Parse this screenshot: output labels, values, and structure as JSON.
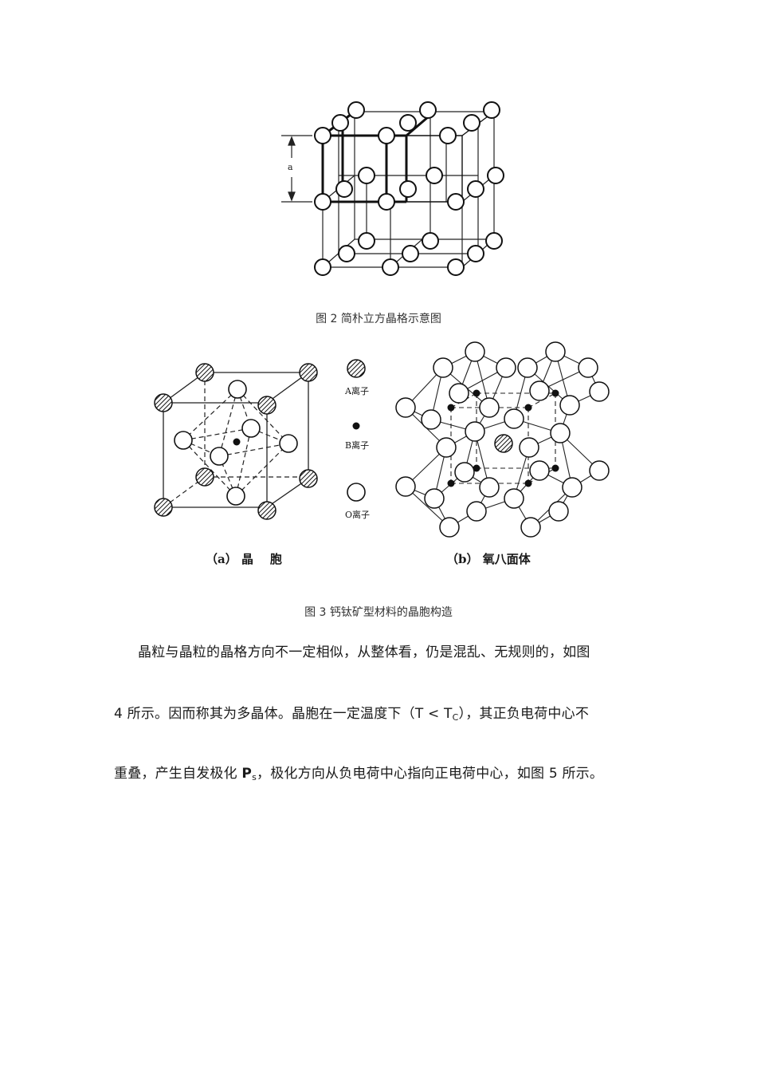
{
  "fig2": {
    "dimension_label": "a",
    "caption": "图 2 简朴立方晶格示意图"
  },
  "fig3": {
    "legend": {
      "a_ion": "A离子",
      "b_ion": "B离子",
      "o_ion": "O离子"
    },
    "panel_a_label": "（a） 晶    胞",
    "panel_b_label": "（b） 氧八面体",
    "caption": "图 3 钙钛矿型材料的晶胞构造"
  },
  "body": {
    "line1": "晶粒与晶粒的晶格方向不一定相似，从整体看，仍是混乱、无规则的，如图",
    "line2_pre": "4 所示。因而称其为多晶体。晶胞在一定温度下（T < T",
    "line2_sub": "C",
    "line2_post": "），其正负电荷中心不",
    "line3_pre": "重叠，产生自发极化 ",
    "line3_bold": "P",
    "line3_sub": "s",
    "line3_post": "，极化方向从负电荷中心指向正电荷中心，如图 5 所示。"
  }
}
